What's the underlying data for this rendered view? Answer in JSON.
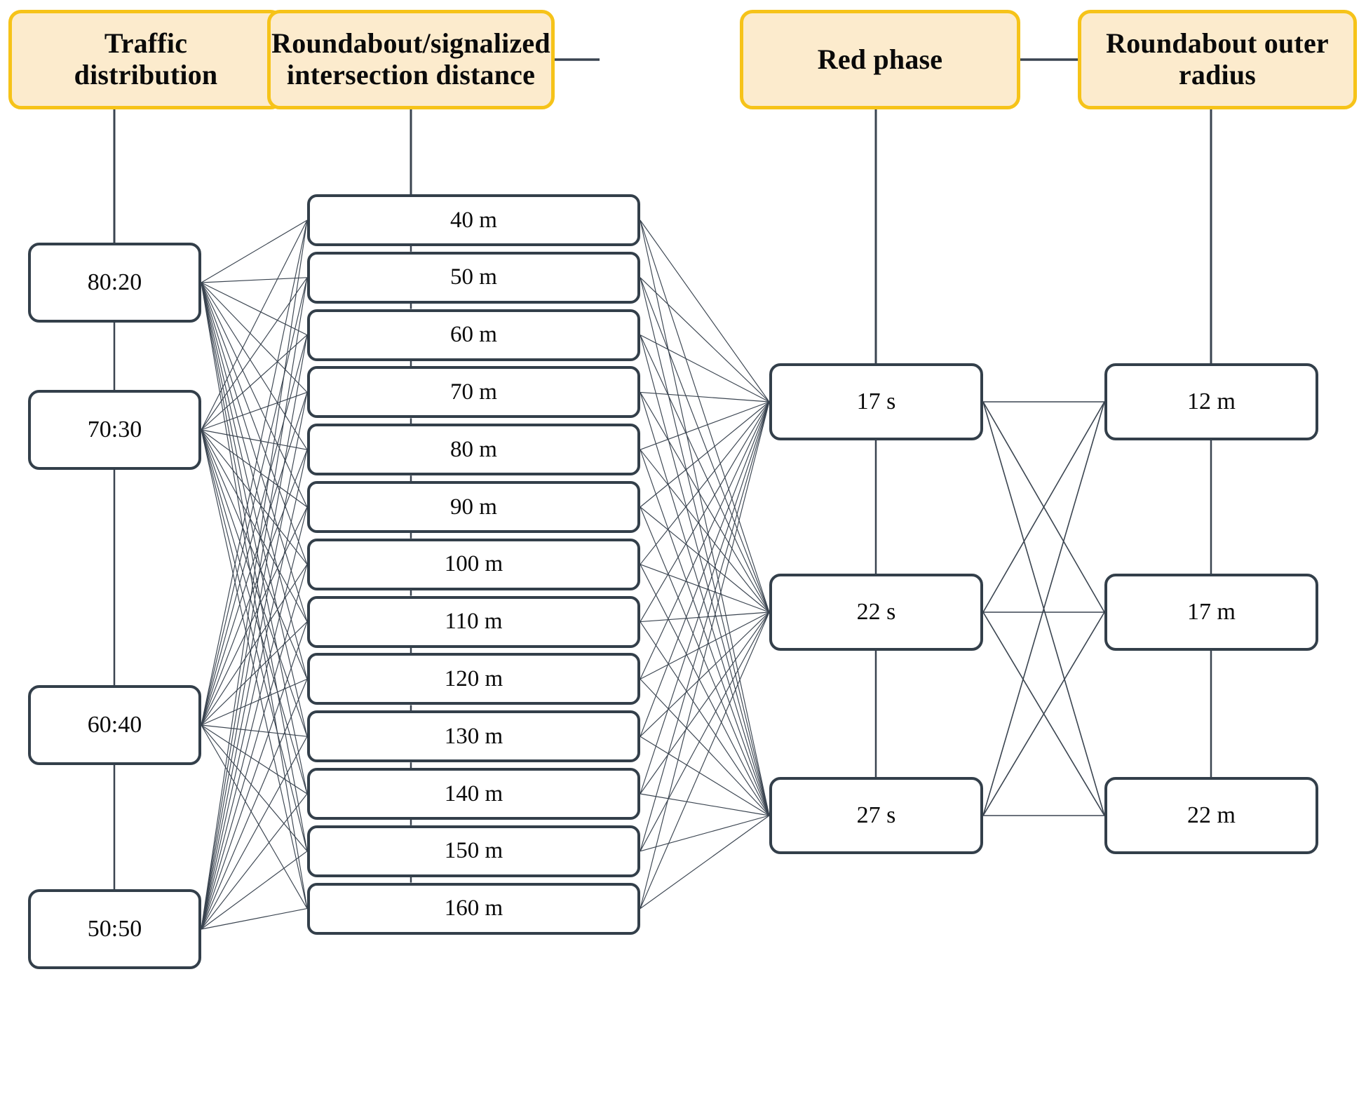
{
  "diagram": {
    "type": "parameter-factorial-design-tree",
    "colors": {
      "header_fill": "#FCEBCD",
      "header_border": "#F6C319",
      "node_border": "#333F4A",
      "node_fill": "#FFFFFF",
      "link": "#3A4450",
      "text": "#0A0A0A"
    },
    "columns": [
      {
        "id": "traffic-distribution",
        "header": "Traffic\ndistribution",
        "items": [
          "80:20",
          "70:30",
          "60:40",
          "50:50"
        ]
      },
      {
        "id": "intersection-distance",
        "header": "Roundabout/signalized\nintersection distance",
        "items": [
          "40 m",
          "50 m",
          "60 m",
          "70 m",
          "80 m",
          "90 m",
          "100 m",
          "110 m",
          "120 m",
          "130 m",
          "140 m",
          "150 m",
          "160 m"
        ]
      },
      {
        "id": "red-phase",
        "header": "Red phase",
        "items": [
          "17 s",
          "22 s",
          "27 s"
        ]
      },
      {
        "id": "roundabout-outer-radius",
        "header": "Roundabout outer\nradius",
        "items": [
          "12 m",
          "17 m",
          "22 m"
        ]
      }
    ],
    "connections": {
      "header_chain": [
        [
          "traffic-distribution",
          "intersection-distance"
        ],
        [
          "intersection-distance",
          "red-phase"
        ],
        [
          "red-phase",
          "roundabout-outer-radius"
        ]
      ],
      "fully_connected_pairs": [
        [
          "traffic-distribution",
          "intersection-distance"
        ],
        [
          "intersection-distance",
          "red-phase"
        ],
        [
          "red-phase",
          "roundabout-outer-radius"
        ]
      ],
      "counts": {
        "traffic_to_distance": 52,
        "distance_to_redphase": 39,
        "redphase_to_radius": 9
      }
    }
  }
}
